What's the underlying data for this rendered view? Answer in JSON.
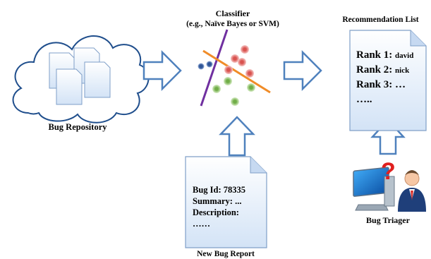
{
  "colors": {
    "arrow_fill": "#ffffff",
    "arrow_stroke": "#4f81bd",
    "cloud_stroke": "#1f4e8c",
    "document_fill": "#dde9f7",
    "line_purple": "#7030a0",
    "line_orange": "#f08c28",
    "dot_red": "#d9534f",
    "dot_blue": "#2f5597",
    "dot_green": "#70ad47"
  },
  "repository": {
    "label": "Bug Repository"
  },
  "classifier": {
    "title": "Classifier",
    "subtitle": "(e.g., Naïve Bayes or SVM)"
  },
  "recommendation": {
    "label": "Recommendation List",
    "ranks": [
      {
        "key": "Rank 1:",
        "value": "david"
      },
      {
        "key": "Rank 2:",
        "value": "nick"
      },
      {
        "key": "Rank 3:",
        "value": "…"
      }
    ],
    "more": "….."
  },
  "new_report": {
    "label": "New Bug Report",
    "lines": [
      "Bug Id: 78335",
      "Summary: ...",
      "Description:",
      "……"
    ]
  },
  "triager": {
    "label": "Bug Triager",
    "icon": "person-computer-question-icon"
  }
}
